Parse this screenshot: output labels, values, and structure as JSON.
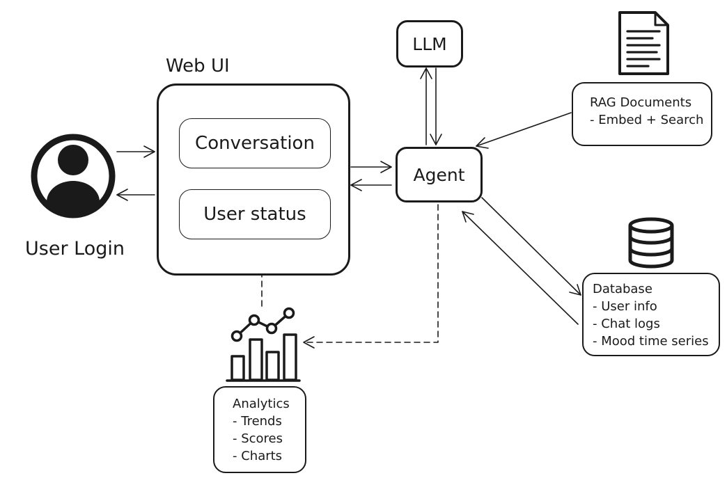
{
  "nodes": {
    "user_login": {
      "label": "User Login"
    },
    "web_ui": {
      "title": "Web UI",
      "conversation": "Conversation",
      "user_status": "User status"
    },
    "llm": {
      "label": "LLM"
    },
    "agent": {
      "label": "Agent"
    },
    "rag": {
      "lines": [
        "RAG Documents",
        "- Embed + Search"
      ]
    },
    "database": {
      "lines": [
        "Database",
        "- User info",
        "- Chat logs",
        "- Mood time series"
      ]
    },
    "analytics": {
      "lines": [
        "Analytics",
        "- Trends",
        "- Scores",
        "- Charts"
      ]
    }
  },
  "icons": {
    "user": "user-avatar-icon",
    "document": "document-icon",
    "database": "database-cylinder-icon",
    "chart": "bar-line-chart-icon"
  }
}
